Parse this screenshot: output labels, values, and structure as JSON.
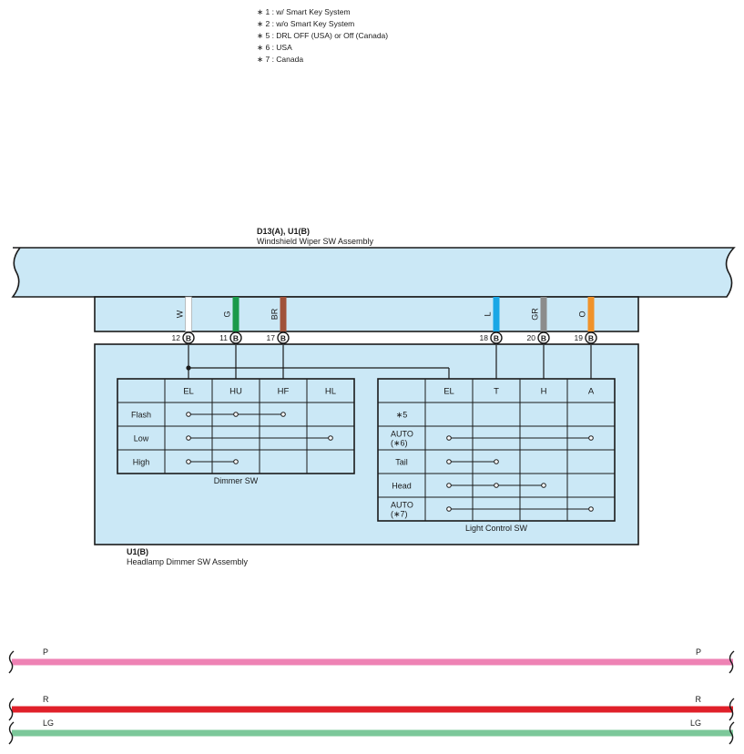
{
  "notes": [
    "∗ 1 : w/ Smart Key System",
    "∗ 2 : w/o Smart Key System",
    "∗ 5 : DRL OFF (USA) or Off (Canada)",
    "∗ 6 : USA",
    "∗ 7 : Canada"
  ],
  "wiper_assembly": {
    "code": "D13(A), U1(B)",
    "name": "Windshield Wiper SW Assembly"
  },
  "dimmer_assembly": {
    "code": "U1(B)",
    "name": "Headlamp Dimmer SW Assembly"
  },
  "terminals": [
    {
      "wire": "W",
      "pin": "12",
      "conn": "B",
      "color": "#ffffff"
    },
    {
      "wire": "G",
      "pin": "11",
      "conn": "B",
      "color": "#1a9a4a"
    },
    {
      "wire": "BR",
      "pin": "17",
      "conn": "B",
      "color": "#a0523a"
    },
    {
      "wire": "L",
      "pin": "18",
      "conn": "B",
      "color": "#1aa7e6"
    },
    {
      "wire": "GR",
      "pin": "20",
      "conn": "B",
      "color": "#8c8c8c"
    },
    {
      "wire": "O",
      "pin": "19",
      "conn": "B",
      "color": "#f0922a"
    }
  ],
  "dimmer_sw": {
    "title": "Dimmer SW",
    "columns": [
      "EL",
      "HU",
      "HF",
      "HL"
    ],
    "rows": [
      {
        "label": "Flash",
        "connects": [
          0,
          1,
          2
        ]
      },
      {
        "label": "Low",
        "connects": [
          0,
          3
        ]
      },
      {
        "label": "High",
        "connects": [
          0,
          1
        ]
      }
    ]
  },
  "light_sw": {
    "title": "Light Control SW",
    "columns": [
      "EL",
      "T",
      "H",
      "A"
    ],
    "rows": [
      {
        "label": "∗5",
        "label2": "",
        "connects": []
      },
      {
        "label": "AUTO",
        "label2": "(∗6)",
        "connects": [
          0,
          3
        ]
      },
      {
        "label": "Tail",
        "label2": "",
        "connects": [
          0,
          1
        ]
      },
      {
        "label": "Head",
        "label2": "",
        "connects": [
          0,
          1,
          2
        ]
      },
      {
        "label": "AUTO",
        "label2": "(∗7)",
        "connects": [
          0,
          3
        ]
      }
    ]
  },
  "bottom_wires": [
    {
      "name": "P",
      "color": "#ee82b4"
    },
    {
      "name": "R",
      "color": "#e0202a"
    },
    {
      "name": "LG",
      "color": "#7cc89a"
    }
  ],
  "colors": {
    "panel": "#cbe8f6",
    "stroke": "#1a1a1a"
  }
}
